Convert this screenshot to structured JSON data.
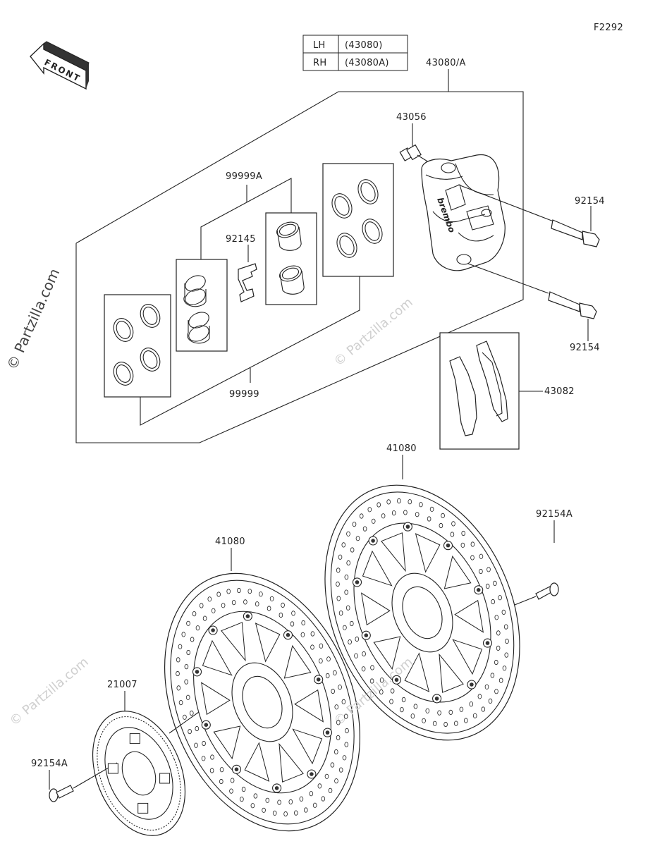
{
  "figure_code": "F2292",
  "front_label": "FRONT",
  "side_table": [
    {
      "side": "LH",
      "part": "(43080)"
    },
    {
      "side": "RH",
      "part": "(43080A)"
    }
  ],
  "labels": {
    "caliper_assembly": "43080/A",
    "bleeder": "43056",
    "seal_kit_a": "99999A",
    "pad_spring": "92145",
    "seal_kit": "99999",
    "bolt_upper": "92154",
    "bolt_lower": "92154",
    "pads": "43082",
    "disc_right": "41080",
    "disc_left": "41080",
    "disc_bolt_right": "92154A",
    "sensor_rotor": "21007",
    "disc_bolt_left": "92154A"
  },
  "watermark": "© Partzilla.com",
  "caliper_brand": "brembo"
}
